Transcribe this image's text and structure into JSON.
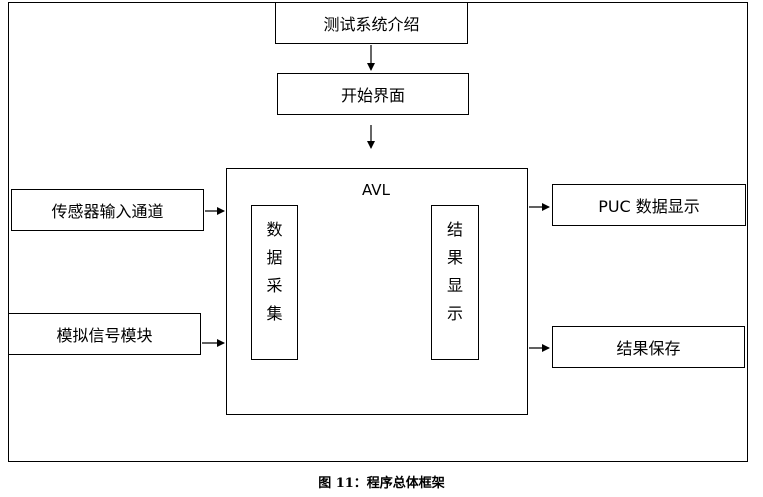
{
  "nodes": {
    "intro": "测试系统介绍",
    "start": "开始界面",
    "avl": "AVL",
    "sensor": "传感器输入通道",
    "analog": "模拟信号模块",
    "collect": [
      "数",
      "据",
      "采",
      "集"
    ],
    "display": [
      "结",
      "果",
      "显",
      "示"
    ],
    "puc": "PUC 数据显示",
    "save": "结果保存"
  },
  "caption": "图 11：程序总体框架"
}
